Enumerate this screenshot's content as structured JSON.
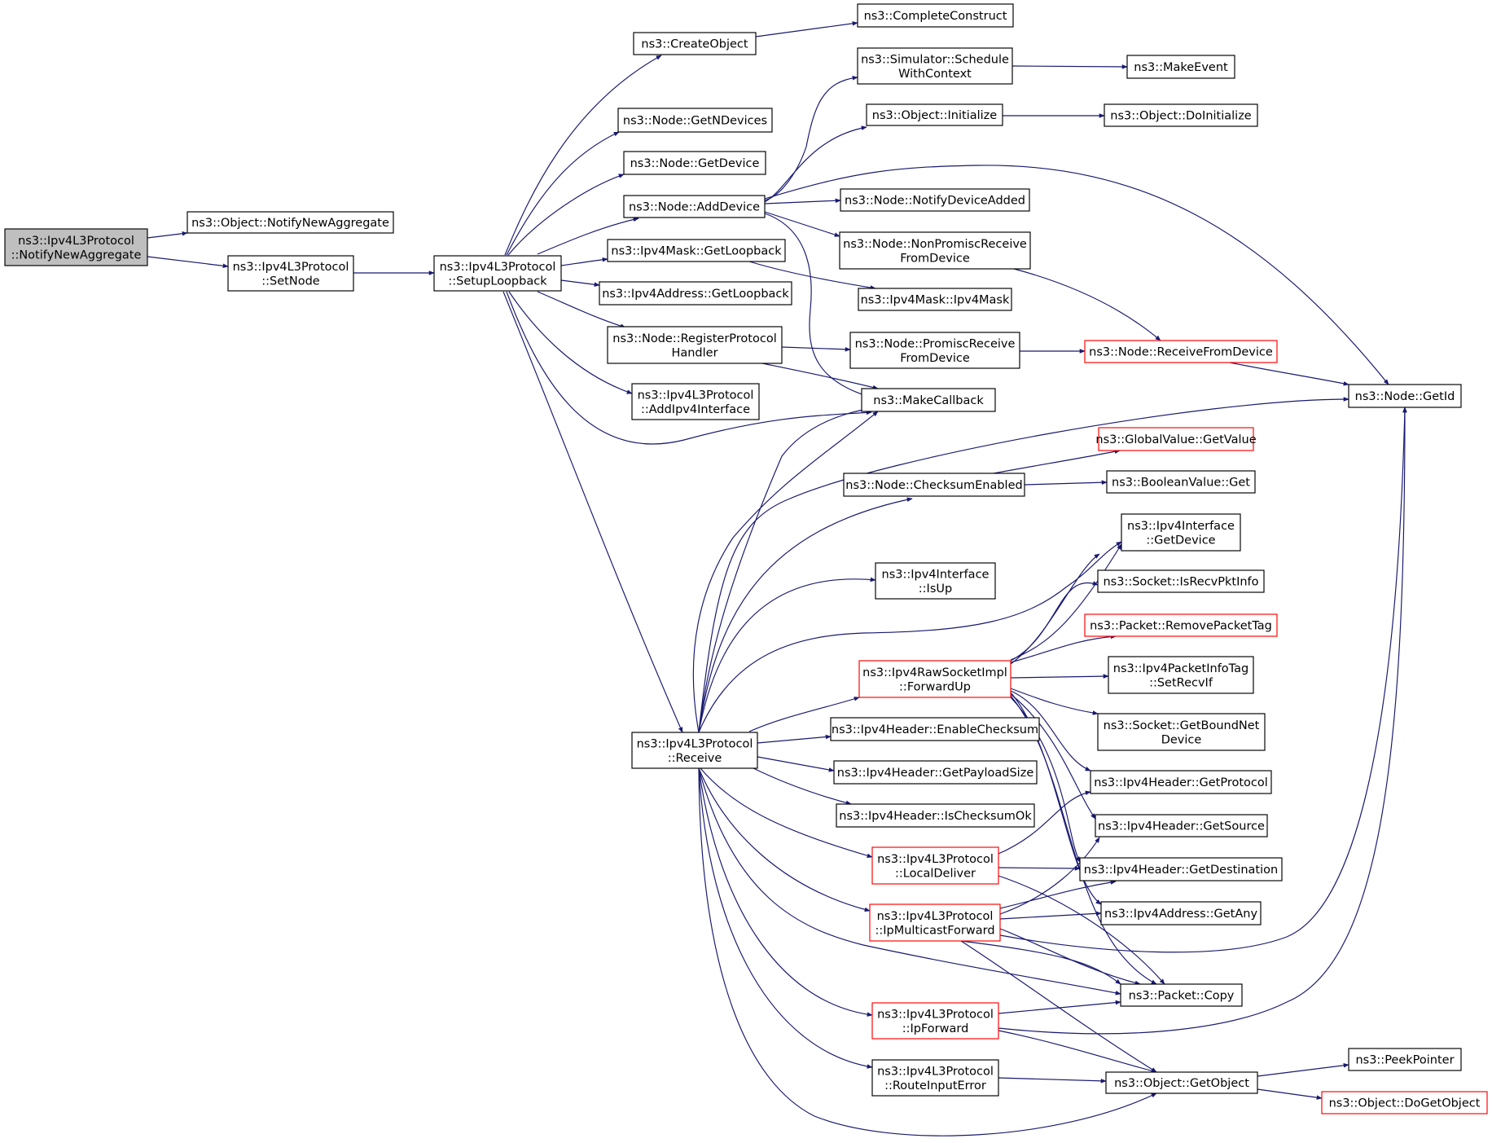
{
  "diagram": {
    "nodes": [
      {
        "id": "root",
        "lines": [
          "ns3::Ipv4L3Protocol",
          "::NotifyNewAggregate"
        ],
        "style": "root"
      },
      {
        "id": "objNotify",
        "lines": [
          "ns3::Object::NotifyNewAggregate"
        ],
        "style": "normal"
      },
      {
        "id": "setNode",
        "lines": [
          "ns3::Ipv4L3Protocol",
          "::SetNode"
        ],
        "style": "normal"
      },
      {
        "id": "setupLoopback",
        "lines": [
          "ns3::Ipv4L3Protocol",
          "::SetupLoopback"
        ],
        "style": "normal"
      },
      {
        "id": "createObject",
        "lines": [
          "ns3::CreateObject"
        ],
        "style": "normal"
      },
      {
        "id": "completeConstruct",
        "lines": [
          "ns3::CompleteConstruct"
        ],
        "style": "normal"
      },
      {
        "id": "getNDevices",
        "lines": [
          "ns3::Node::GetNDevices"
        ],
        "style": "normal"
      },
      {
        "id": "getDevice",
        "lines": [
          "ns3::Node::GetDevice"
        ],
        "style": "normal"
      },
      {
        "id": "addDevice",
        "lines": [
          "ns3::Node::AddDevice"
        ],
        "style": "normal"
      },
      {
        "id": "schedule",
        "lines": [
          "ns3::Simulator::Schedule",
          "WithContext"
        ],
        "style": "normal"
      },
      {
        "id": "makeEvent",
        "lines": [
          "ns3::MakeEvent"
        ],
        "style": "normal"
      },
      {
        "id": "objInit",
        "lines": [
          "ns3::Object::Initialize"
        ],
        "style": "normal"
      },
      {
        "id": "doInit",
        "lines": [
          "ns3::Object::DoInitialize"
        ],
        "style": "normal"
      },
      {
        "id": "notifyDeviceAdded",
        "lines": [
          "ns3::Node::NotifyDeviceAdded"
        ],
        "style": "normal"
      },
      {
        "id": "nonPromisc",
        "lines": [
          "ns3::Node::NonPromiscReceive",
          "FromDevice"
        ],
        "style": "normal"
      },
      {
        "id": "maskGetLoopback",
        "lines": [
          "ns3::Ipv4Mask::GetLoopback"
        ],
        "style": "normal"
      },
      {
        "id": "ipv4Mask",
        "lines": [
          "ns3::Ipv4Mask::Ipv4Mask"
        ],
        "style": "normal"
      },
      {
        "id": "addrGetLoopback",
        "lines": [
          "ns3::Ipv4Address::GetLoopback"
        ],
        "style": "normal"
      },
      {
        "id": "regProto",
        "lines": [
          "ns3::Node::RegisterProtocol",
          "Handler"
        ],
        "style": "normal"
      },
      {
        "id": "promisc",
        "lines": [
          "ns3::Node::PromiscReceive",
          "FromDevice"
        ],
        "style": "normal"
      },
      {
        "id": "recvFromDevice",
        "lines": [
          "ns3::Node::ReceiveFromDevice"
        ],
        "style": "red"
      },
      {
        "id": "getId",
        "lines": [
          "ns3::Node::GetId"
        ],
        "style": "normal"
      },
      {
        "id": "addIface",
        "lines": [
          "ns3::Ipv4L3Protocol",
          "::AddIpv4Interface"
        ],
        "style": "normal"
      },
      {
        "id": "makeCallback",
        "lines": [
          "ns3::MakeCallback"
        ],
        "style": "normal"
      },
      {
        "id": "globalGetValue",
        "lines": [
          "ns3::GlobalValue::GetValue"
        ],
        "style": "red"
      },
      {
        "id": "checksumEnabled",
        "lines": [
          "ns3::Node::ChecksumEnabled"
        ],
        "style": "normal"
      },
      {
        "id": "boolGet",
        "lines": [
          "ns3::BooleanValue::Get"
        ],
        "style": "normal"
      },
      {
        "id": "ifaceGetDevice",
        "lines": [
          "ns3::Ipv4Interface",
          "::GetDevice"
        ],
        "style": "normal"
      },
      {
        "id": "ifaceIsUp",
        "lines": [
          "ns3::Ipv4Interface",
          "::IsUp"
        ],
        "style": "normal"
      },
      {
        "id": "isRecvPktInfo",
        "lines": [
          "ns3::Socket::IsRecvPktInfo"
        ],
        "style": "normal"
      },
      {
        "id": "removeTag",
        "lines": [
          "ns3::Packet::RemovePacketTag"
        ],
        "style": "red"
      },
      {
        "id": "forwardUp",
        "lines": [
          "ns3::Ipv4RawSocketImpl",
          "::ForwardUp"
        ],
        "style": "red"
      },
      {
        "id": "setRecvIf",
        "lines": [
          "ns3::Ipv4PacketInfoTag",
          "::SetRecvIf"
        ],
        "style": "normal"
      },
      {
        "id": "receive",
        "lines": [
          "ns3::Ipv4L3Protocol",
          "::Receive"
        ],
        "style": "normal"
      },
      {
        "id": "enableChecksum",
        "lines": [
          "ns3::Ipv4Header::EnableChecksum"
        ],
        "style": "normal"
      },
      {
        "id": "boundNetDevice",
        "lines": [
          "ns3::Socket::GetBoundNet",
          "Device"
        ],
        "style": "normal"
      },
      {
        "id": "payloadSize",
        "lines": [
          "ns3::Ipv4Header::GetPayloadSize"
        ],
        "style": "normal"
      },
      {
        "id": "getProtocol",
        "lines": [
          "ns3::Ipv4Header::GetProtocol"
        ],
        "style": "normal"
      },
      {
        "id": "isChecksumOk",
        "lines": [
          "ns3::Ipv4Header::IsChecksumOk"
        ],
        "style": "normal"
      },
      {
        "id": "getSource",
        "lines": [
          "ns3::Ipv4Header::GetSource"
        ],
        "style": "normal"
      },
      {
        "id": "localDeliver",
        "lines": [
          "ns3::Ipv4L3Protocol",
          "::LocalDeliver"
        ],
        "style": "red"
      },
      {
        "id": "getDest",
        "lines": [
          "ns3::Ipv4Header::GetDestination"
        ],
        "style": "normal"
      },
      {
        "id": "mcastFwd",
        "lines": [
          "ns3::Ipv4L3Protocol",
          "::IpMulticastForward"
        ],
        "style": "red"
      },
      {
        "id": "getAny",
        "lines": [
          "ns3::Ipv4Address::GetAny"
        ],
        "style": "normal"
      },
      {
        "id": "packetCopy",
        "lines": [
          "ns3::Packet::Copy"
        ],
        "style": "normal"
      },
      {
        "id": "ipForward",
        "lines": [
          "ns3::Ipv4L3Protocol",
          "::IpForward"
        ],
        "style": "red"
      },
      {
        "id": "peekPointer",
        "lines": [
          "ns3::PeekPointer"
        ],
        "style": "normal"
      },
      {
        "id": "routeErr",
        "lines": [
          "ns3::Ipv4L3Protocol",
          "::RouteInputError"
        ],
        "style": "normal"
      },
      {
        "id": "getObject",
        "lines": [
          "ns3::Object::GetObject"
        ],
        "style": "normal"
      },
      {
        "id": "doGetObject",
        "lines": [
          "ns3::Object::DoGetObject"
        ],
        "style": "red"
      }
    ]
  },
  "colors": {
    "edge": "#191970",
    "node_border": "#000000",
    "node_border_truncated": "#ff0000",
    "root_fill": "#bfbfbf"
  }
}
